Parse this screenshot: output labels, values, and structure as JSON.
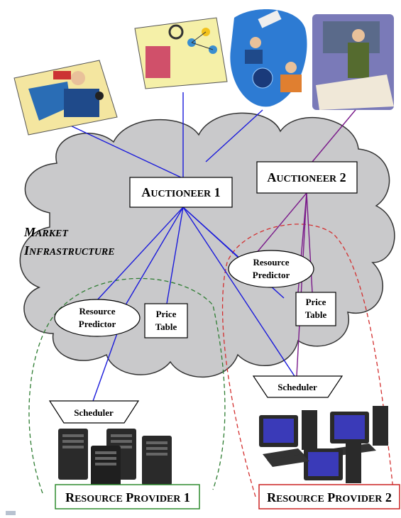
{
  "auctioneer1": {
    "cap": "A",
    "rest": "UCTIONEER",
    "num": " 1"
  },
  "auctioneer2": {
    "cap": "A",
    "rest": "UCTIONEER",
    "num": " 2"
  },
  "market": {
    "line1_cap": "M",
    "line1_rest": "ARKET",
    "line2_cap": "I",
    "line2_rest": "NFRASTRUCTURE"
  },
  "predictor1": {
    "line1": "Resource",
    "line2": "Predictor"
  },
  "predictor2": {
    "line1": "Resource",
    "line2": "Predictor"
  },
  "price_table1": {
    "line1": "Price",
    "line2": "Table"
  },
  "price_table2": {
    "line1": "Price",
    "line2": "Table"
  },
  "scheduler1": "Scheduler",
  "scheduler2": "Scheduler",
  "provider1": {
    "cap1": "R",
    "rest1": "ESOURCE",
    "cap2": "P",
    "rest2": "ROVIDER",
    "num": " 1"
  },
  "provider2": {
    "cap1": "R",
    "rest1": "ESOURCE",
    "cap2": "P",
    "rest2": "ROVIDER",
    "num": " 2"
  },
  "colors": {
    "cloud": "#c9c9cb",
    "blue_line": "#1a1adb",
    "purple_line": "#7a1a8a",
    "green_dash": "#2e7d32",
    "red_dash": "#d32f2f",
    "provider1_border": "#2e8b2e",
    "provider2_border": "#cc2222"
  }
}
